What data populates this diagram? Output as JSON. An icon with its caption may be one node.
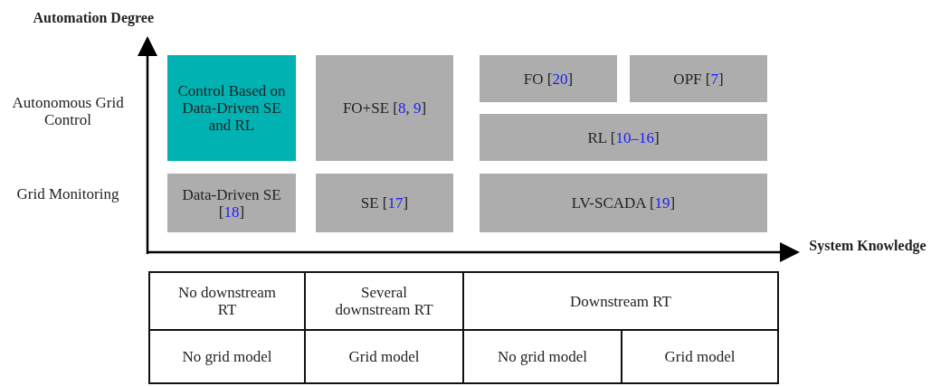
{
  "diagram": {
    "nodes": [
      {
        "text": [
          "Control Based on Data-Driven SE and RL"
        ]
      },
      {
        "text": [
          "FO+SE [8, 9]"
        ]
      },
      {
        "text": [
          "FO [20]"
        ]
      },
      {
        "text": [
          "OPF [7]"
        ]
      },
      {
        "text": [
          "RL [10–16]"
        ]
      },
      {
        "text": [
          "Data-Driven SE [18]"
        ]
      },
      {
        "text": [
          "SE [17]"
        ]
      },
      {
        "text": [
          "LV-SCADA [19]"
        ]
      }
    ],
    "edges": [],
    "labels": [
      "Automation Degree",
      "Autonomous Grid Control",
      "Grid Monitoring",
      "System Knowledge",
      "No downstream RT",
      "Several downstream RT",
      "Downstream RT",
      "No grid model",
      "Grid model",
      "No grid model",
      "Grid model"
    ]
  }
}
